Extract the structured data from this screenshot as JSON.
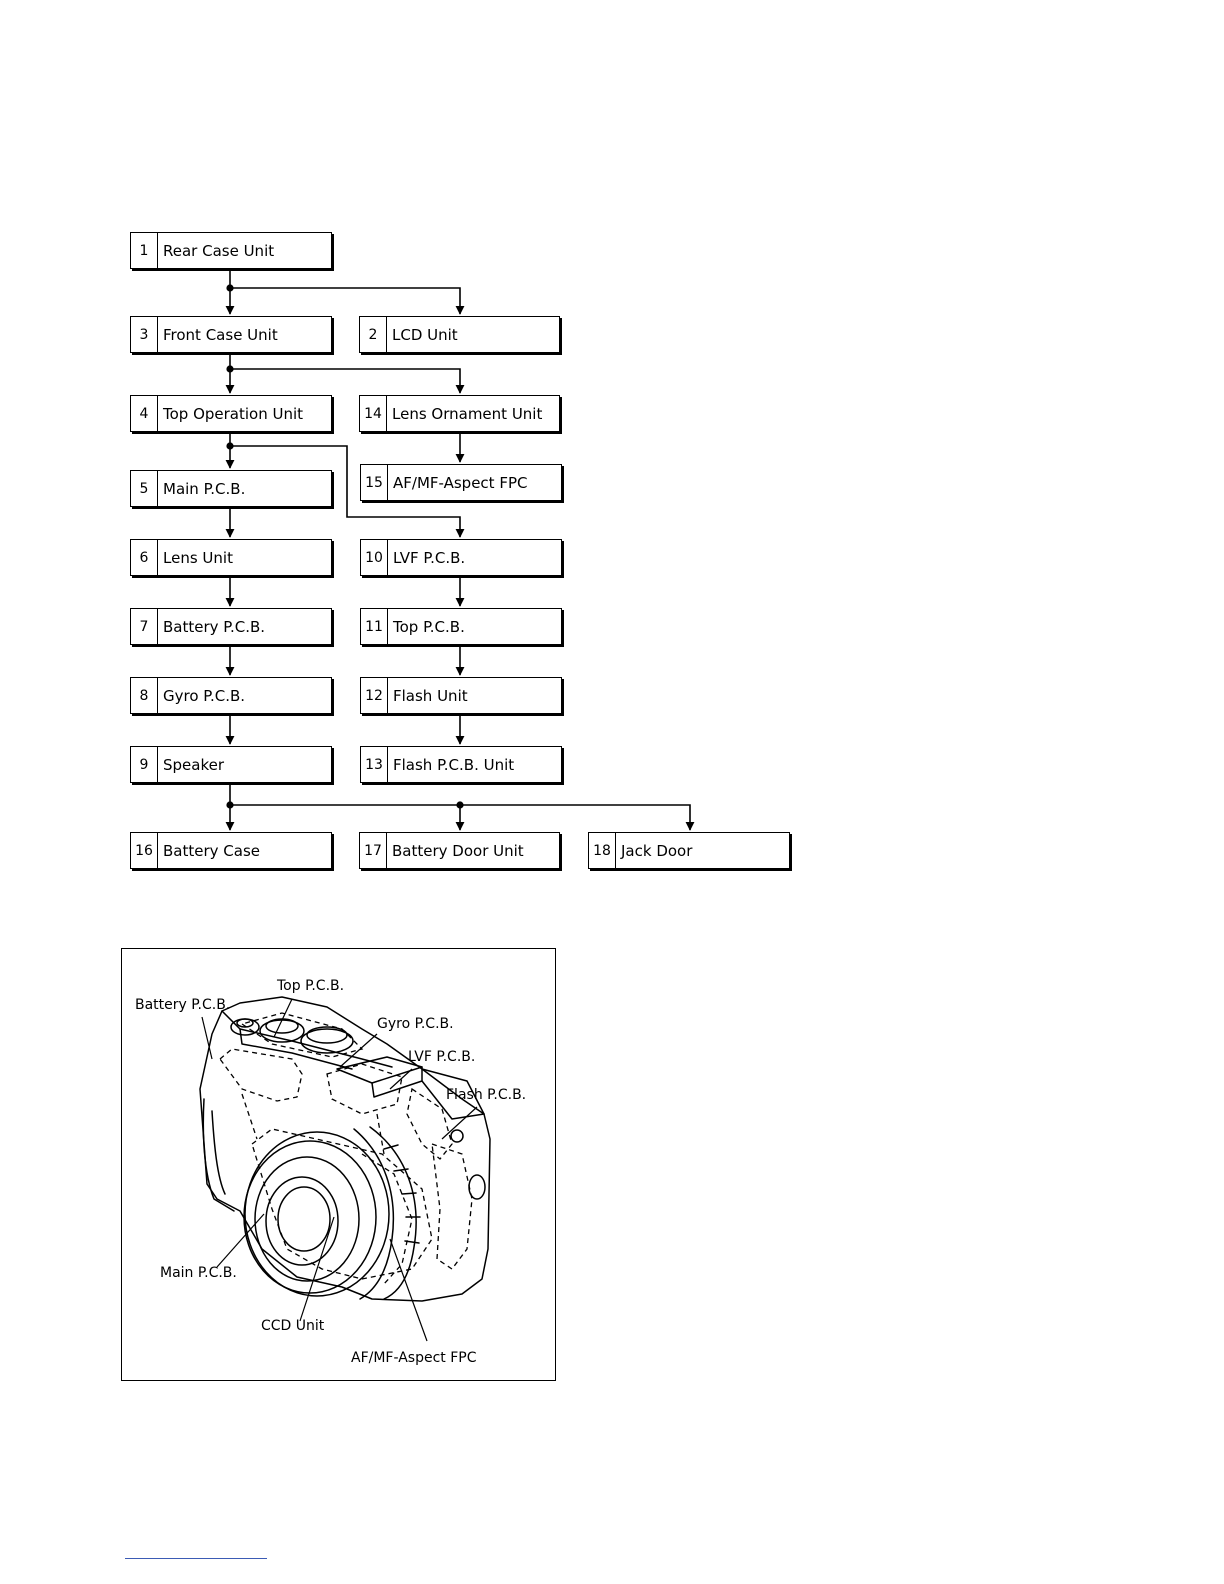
{
  "flowchart": {
    "boxes": [
      {
        "num": "1",
        "label": "Rear Case Unit"
      },
      {
        "num": "2",
        "label": "LCD Unit"
      },
      {
        "num": "3",
        "label": "Front Case Unit"
      },
      {
        "num": "4",
        "label": "Top Operation Unit"
      },
      {
        "num": "5",
        "label": "Main P.C.B."
      },
      {
        "num": "6",
        "label": "Lens Unit"
      },
      {
        "num": "7",
        "label": "Battery P.C.B."
      },
      {
        "num": "8",
        "label": "Gyro P.C.B."
      },
      {
        "num": "9",
        "label": "Speaker"
      },
      {
        "num": "10",
        "label": "LVF P.C.B."
      },
      {
        "num": "11",
        "label": "Top P.C.B."
      },
      {
        "num": "12",
        "label": "Flash Unit"
      },
      {
        "num": "13",
        "label": "Flash P.C.B. Unit"
      },
      {
        "num": "14",
        "label": "Lens Ornament Unit"
      },
      {
        "num": "15",
        "label": "AF/MF-Aspect FPC"
      },
      {
        "num": "16",
        "label": "Battery Case"
      },
      {
        "num": "17",
        "label": "Battery Door Unit"
      },
      {
        "num": "18",
        "label": "Jack Door"
      }
    ]
  },
  "location_figure": {
    "callouts": {
      "top_pcb": "Top P.C.B.",
      "battery_pcb": "Battery P.C.B.",
      "gyro_pcb": "Gyro P.C.B.",
      "lvf_pcb": "LVF P.C.B.",
      "flash_pcb": "Flash P.C.B.",
      "main_pcb": "Main P.C.B.",
      "ccd_unit": "CCD Unit",
      "af_mf_fpc": "AF/MF-Aspect FPC"
    }
  }
}
